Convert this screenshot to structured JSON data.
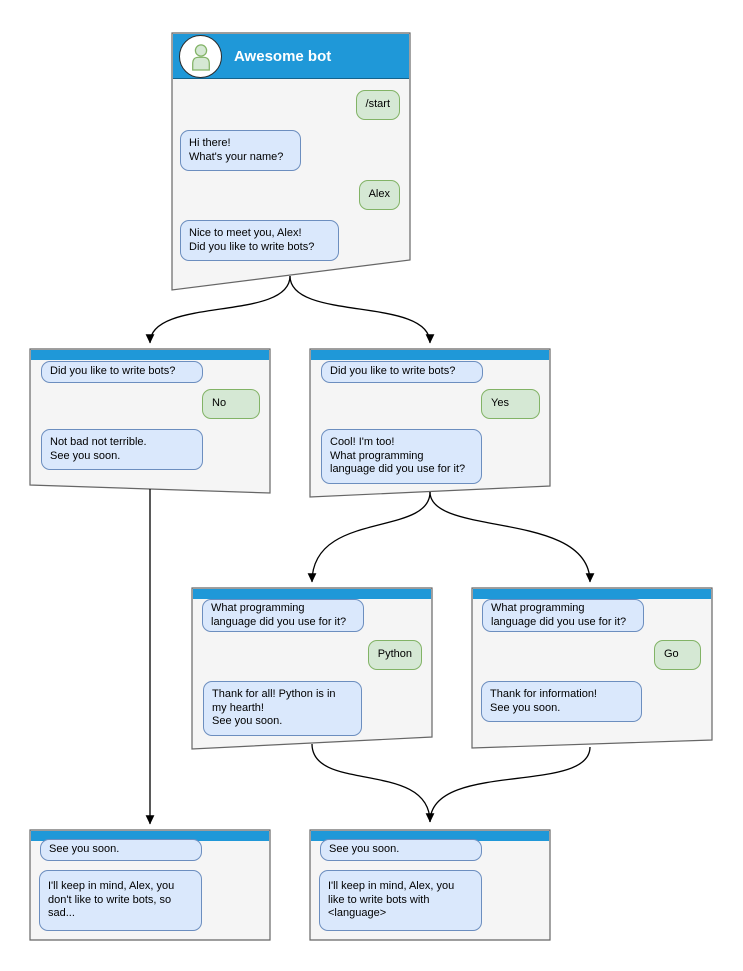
{
  "colors": {
    "header": "#1F98D8",
    "window_fill": "#F5F5F5",
    "window_border": "#666666",
    "bot_bubble_fill": "#DAE8FC",
    "bot_bubble_border": "#6C8EBF",
    "user_bubble_fill": "#D5E8D4",
    "user_bubble_border": "#82B366",
    "arrow": "#000000",
    "avatar_stroke": "#82B366",
    "avatar_fill": "#D5E8D4"
  },
  "windows": {
    "main": {
      "title": "Awesome bot",
      "messages": [
        {
          "role": "user",
          "text": "/start"
        },
        {
          "role": "bot",
          "text": "Hi there!\nWhat's your name?"
        },
        {
          "role": "user",
          "text": "Alex"
        },
        {
          "role": "bot",
          "text": "Nice to meet you, Alex!\nDid you like to write bots?"
        }
      ]
    },
    "branch_no": {
      "messages": [
        {
          "role": "bot",
          "text": "Did you like to write bots?"
        },
        {
          "role": "user",
          "text": "No"
        },
        {
          "role": "bot",
          "text": "Not bad not terrible.\nSee you soon."
        }
      ]
    },
    "branch_yes": {
      "messages": [
        {
          "role": "bot",
          "text": "Did you like to write bots?"
        },
        {
          "role": "user",
          "text": "Yes"
        },
        {
          "role": "bot",
          "text": "Cool! I'm too!\nWhat programming\nlanguage did you use for it?"
        }
      ]
    },
    "branch_python": {
      "messages": [
        {
          "role": "bot",
          "text": "What programming\nlanguage did you use for it?"
        },
        {
          "role": "user",
          "text": "Python"
        },
        {
          "role": "bot",
          "text": "Thank for all! Python is in\nmy hearth!\nSee you soon."
        }
      ]
    },
    "branch_go": {
      "messages": [
        {
          "role": "bot",
          "text": "What programming\nlanguage did you use for it?"
        },
        {
          "role": "user",
          "text": "Go"
        },
        {
          "role": "bot",
          "text": "Thank for information!\nSee you soon."
        }
      ]
    },
    "end_no": {
      "messages": [
        {
          "role": "bot",
          "text": "See you soon."
        },
        {
          "role": "bot",
          "text": "I'll keep in mind, Alex, you\ndon't like to write bots, so\nsad..."
        }
      ]
    },
    "end_yes": {
      "messages": [
        {
          "role": "bot",
          "text": "See you soon."
        },
        {
          "role": "bot",
          "text": "I'll keep in mind, Alex, you\nlike to write bots with\n<language>"
        }
      ]
    }
  }
}
